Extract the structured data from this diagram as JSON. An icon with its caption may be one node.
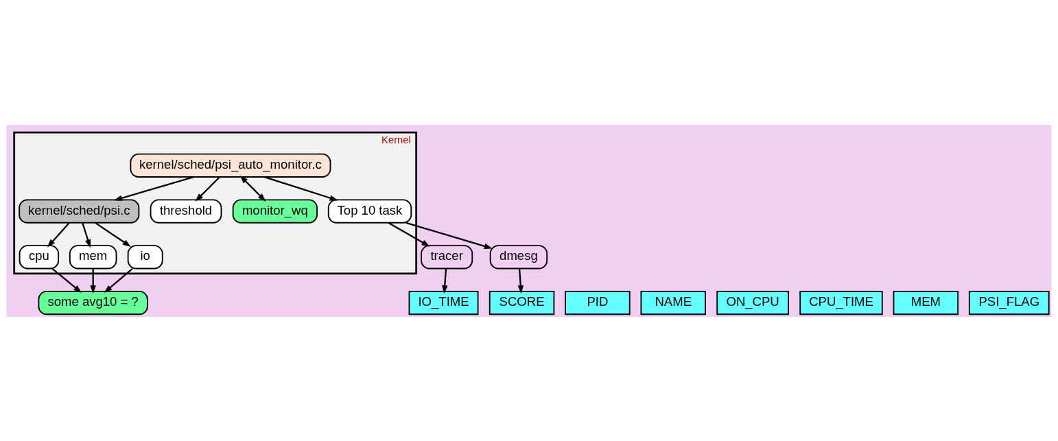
{
  "diagram": {
    "nodes": [
      {
        "text": [
          "Kernel"
        ]
      },
      {
        "text": [
          "kernel/sched/psi.c"
        ],
        "in": 0
      },
      {
        "text": [
          "kernel/sched/psi_auto_monitor.c"
        ],
        "in": 0
      },
      {
        "text": [
          "cpu"
        ],
        "in": 0
      },
      {
        "text": [
          "mem"
        ],
        "in": 0
      },
      {
        "text": [
          "io"
        ],
        "in": 0
      },
      {
        "text": [
          "threshold"
        ],
        "in": 0
      },
      {
        "text": [
          "monitor_wq"
        ],
        "in": 0
      },
      {
        "text": [
          "Top 10 task"
        ],
        "in": 0
      },
      {
        "text": [
          "some avg10 = ?"
        ]
      },
      {
        "text": [
          "tracer"
        ]
      },
      {
        "text": [
          "dmesg"
        ]
      },
      {
        "text": [
          "PID"
        ]
      },
      {
        "text": [
          "NAME"
        ]
      },
      {
        "text": [
          "ON_CPU"
        ]
      },
      {
        "text": [
          "CPU_TIME"
        ]
      },
      {
        "text": [
          "MEM"
        ]
      },
      {
        "text": [
          "IO_TIME"
        ]
      },
      {
        "text": [
          "PSI_FLAG"
        ]
      },
      {
        "text": [
          "SCORE"
        ]
      }
    ],
    "edges": [
      {
        "from": 2,
        "to": 1,
        "arrow": "to"
      },
      {
        "from": 1,
        "to": 3,
        "arrow": "to"
      },
      {
        "from": 1,
        "to": 4,
        "arrow": "to"
      },
      {
        "from": 1,
        "to": 5,
        "arrow": "to"
      },
      {
        "from": 2,
        "to": 6,
        "arrow": "to"
      },
      {
        "from": 2,
        "to": 7,
        "arrow": "both"
      },
      {
        "from": 2,
        "to": 8,
        "arrow": "to"
      },
      {
        "from": 3,
        "to": 9,
        "arrow": "to"
      },
      {
        "from": 4,
        "to": 9,
        "arrow": "to"
      },
      {
        "from": 5,
        "to": 9,
        "arrow": "to"
      },
      {
        "from": 8,
        "to": 10,
        "arrow": "to"
      },
      {
        "from": 8,
        "to": 11,
        "arrow": "to"
      },
      {
        "from": 10,
        "to": 17,
        "arrow": "to"
      },
      {
        "from": 11,
        "to": 19,
        "arrow": "to"
      }
    ]
  }
}
